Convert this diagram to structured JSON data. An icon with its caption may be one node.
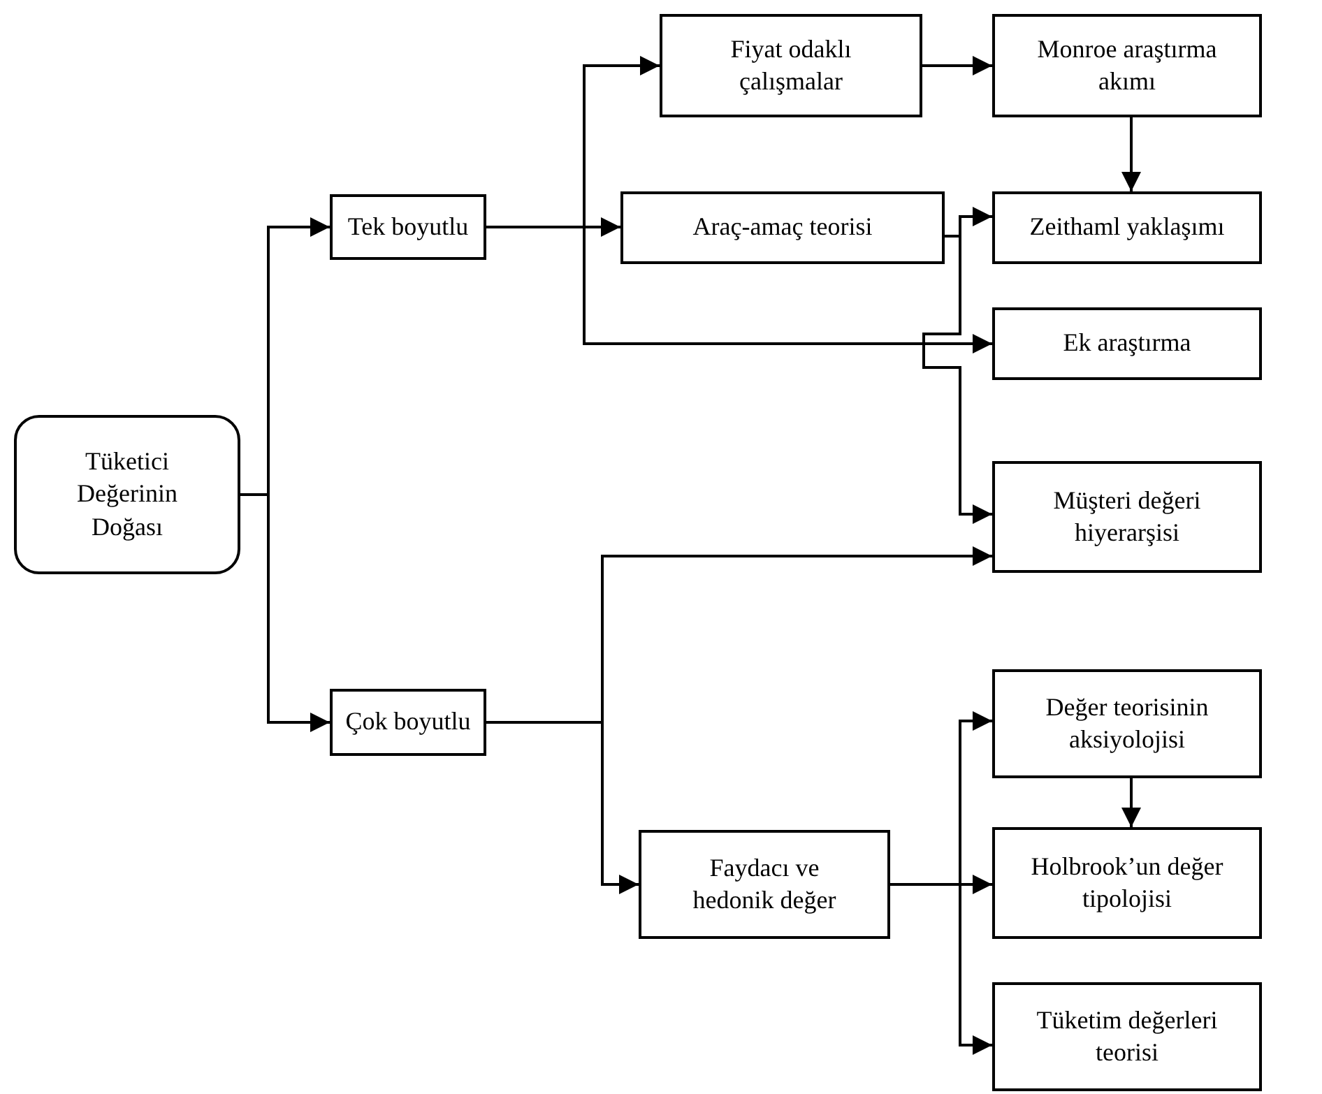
{
  "diagram": {
    "nodes": [
      {
        "text": [
          "Tüketici Değerinin Doğası"
        ]
      },
      {
        "text": [
          "Tek boyutlu"
        ]
      },
      {
        "text": [
          "Çok boyutlu"
        ]
      },
      {
        "text": [
          "Fiyat odaklı çalışmalar"
        ]
      },
      {
        "text": [
          "Monroe araştırma akımı"
        ]
      },
      {
        "text": [
          "Araç-amaç teorisi"
        ]
      },
      {
        "text": [
          "Zeithaml yaklaşımı"
        ]
      },
      {
        "text": [
          "Ek araştırma"
        ]
      },
      {
        "text": [
          "Müşteri değeri hiyerarşisi"
        ]
      },
      {
        "text": [
          "Faydacı ve hedonik değer"
        ]
      },
      {
        "text": [
          "Değer teorisinin aksiyolojisi"
        ]
      },
      {
        "text": [
          "Holbrook’un değer tipolojisi"
        ]
      },
      {
        "text": [
          "Tüketim değerleri teorisi"
        ]
      }
    ],
    "edges": [
      {
        "from": 0,
        "to": 1,
        "arrow": "to"
      },
      {
        "from": 0,
        "to": 2,
        "arrow": "to"
      },
      {
        "from": 1,
        "to": 3,
        "arrow": "to"
      },
      {
        "from": 1,
        "to": 5,
        "arrow": "to"
      },
      {
        "from": 1,
        "to": 7,
        "arrow": "to"
      },
      {
        "from": 3,
        "to": 4,
        "arrow": "to"
      },
      {
        "from": 4,
        "to": 6,
        "arrow": "to"
      },
      {
        "from": 5,
        "to": 6,
        "arrow": "to"
      },
      {
        "from": 5,
        "to": 8,
        "arrow": "to"
      },
      {
        "from": 2,
        "to": 8,
        "arrow": "to"
      },
      {
        "from": 2,
        "to": 9,
        "arrow": "to"
      },
      {
        "from": 9,
        "to": 10,
        "arrow": "to"
      },
      {
        "from": 9,
        "to": 11,
        "arrow": "to"
      },
      {
        "from": 9,
        "to": 12,
        "arrow": "to"
      },
      {
        "from": 10,
        "to": 11,
        "arrow": "to"
      }
    ]
  }
}
